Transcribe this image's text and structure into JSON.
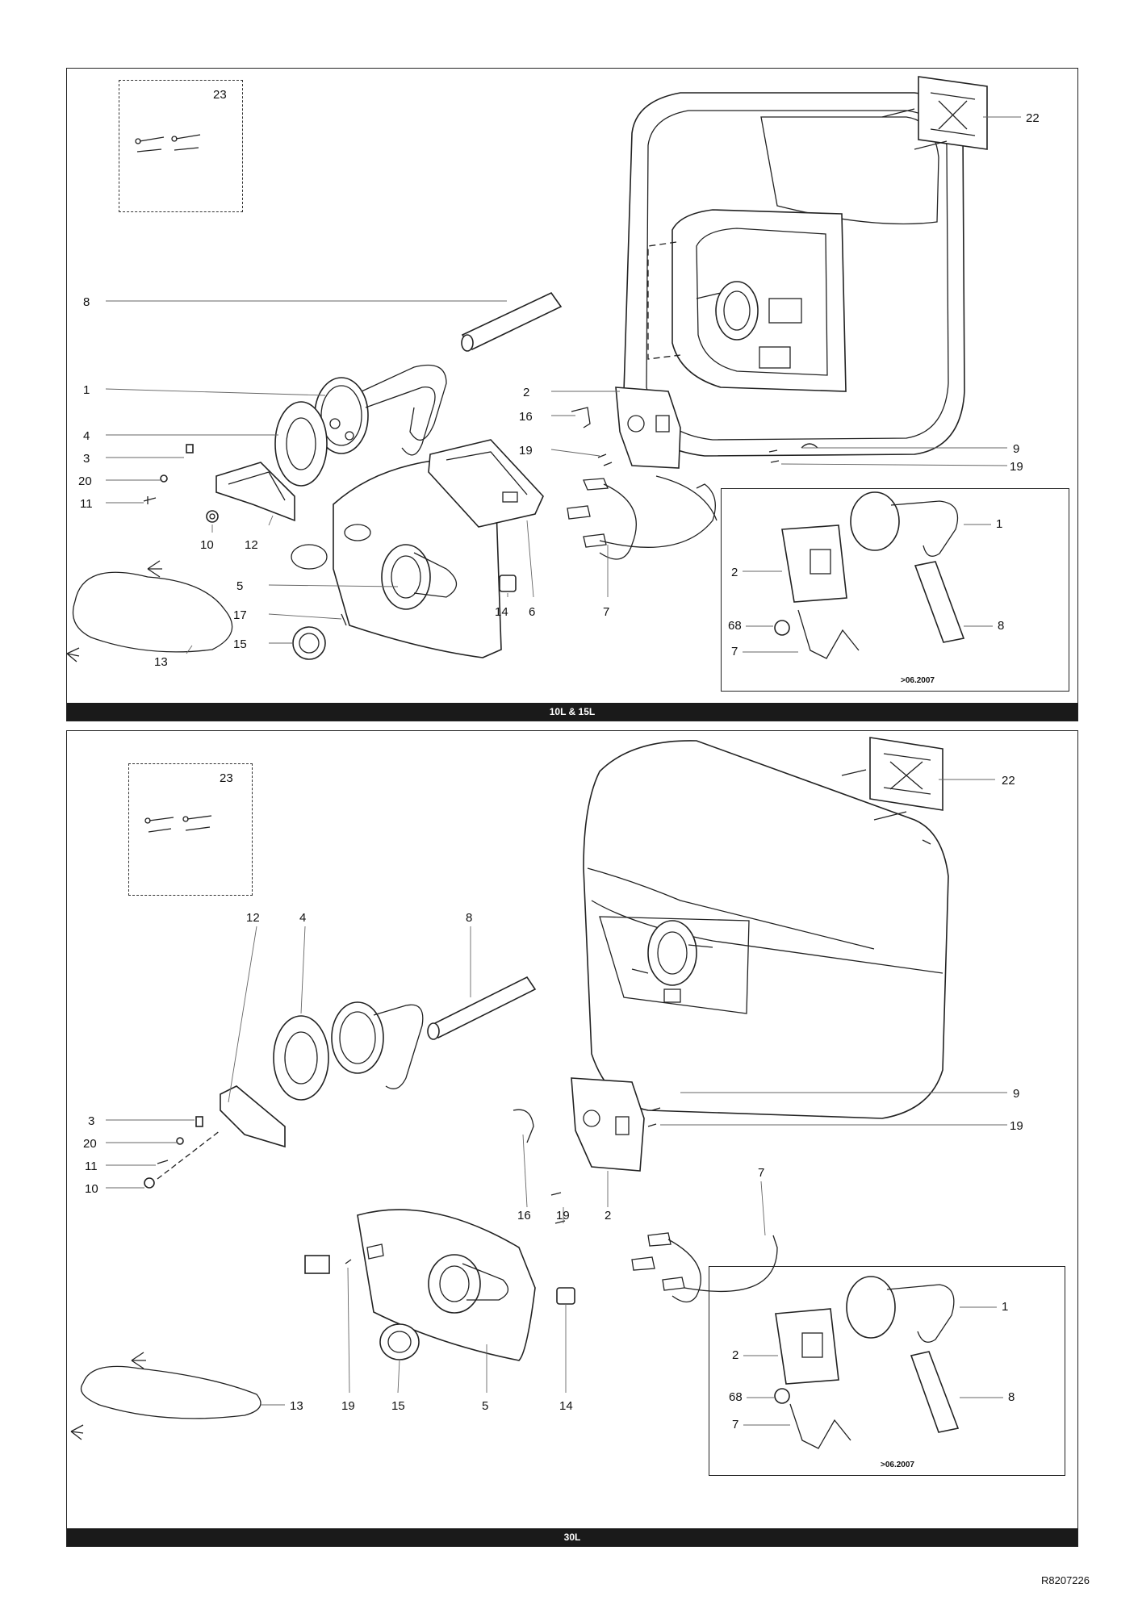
{
  "panels": [
    {
      "banner": "10L & 15L",
      "kit_label": "23",
      "inset_date": ">06.2007",
      "labels": {
        "p8": "8",
        "p1": "1",
        "p4": "4",
        "p3": "3",
        "p20": "20",
        "p11": "11",
        "p10": "10",
        "p12": "12",
        "p5": "5",
        "p17": "17",
        "p15": "15",
        "p13": "13",
        "p14": "14",
        "p6": "6",
        "p7": "7",
        "p2": "2",
        "p16": "16",
        "p19": "19",
        "p9": "9",
        "p19b": "19",
        "p22": "22"
      },
      "inset_labels": {
        "i1": "1",
        "i2": "2",
        "i68": "68",
        "i8": "8",
        "i7": "7"
      }
    },
    {
      "banner": "30L",
      "kit_label": "23",
      "inset_date": ">06.2007",
      "labels": {
        "p12": "12",
        "p4": "4",
        "p8": "8",
        "p3": "3",
        "p20": "20",
        "p11": "11",
        "p10": "10",
        "p16": "16",
        "p19a": "19",
        "p2": "2",
        "p7": "7",
        "p9": "9",
        "p19b": "19",
        "p22": "22",
        "p13": "13",
        "p19c": "19",
        "p15": "15",
        "p5": "5",
        "p14": "14"
      },
      "inset_labels": {
        "i1": "1",
        "i2": "2",
        "i68": "68",
        "i8": "8",
        "i7": "7"
      }
    }
  ],
  "reference_code": "R8207226"
}
